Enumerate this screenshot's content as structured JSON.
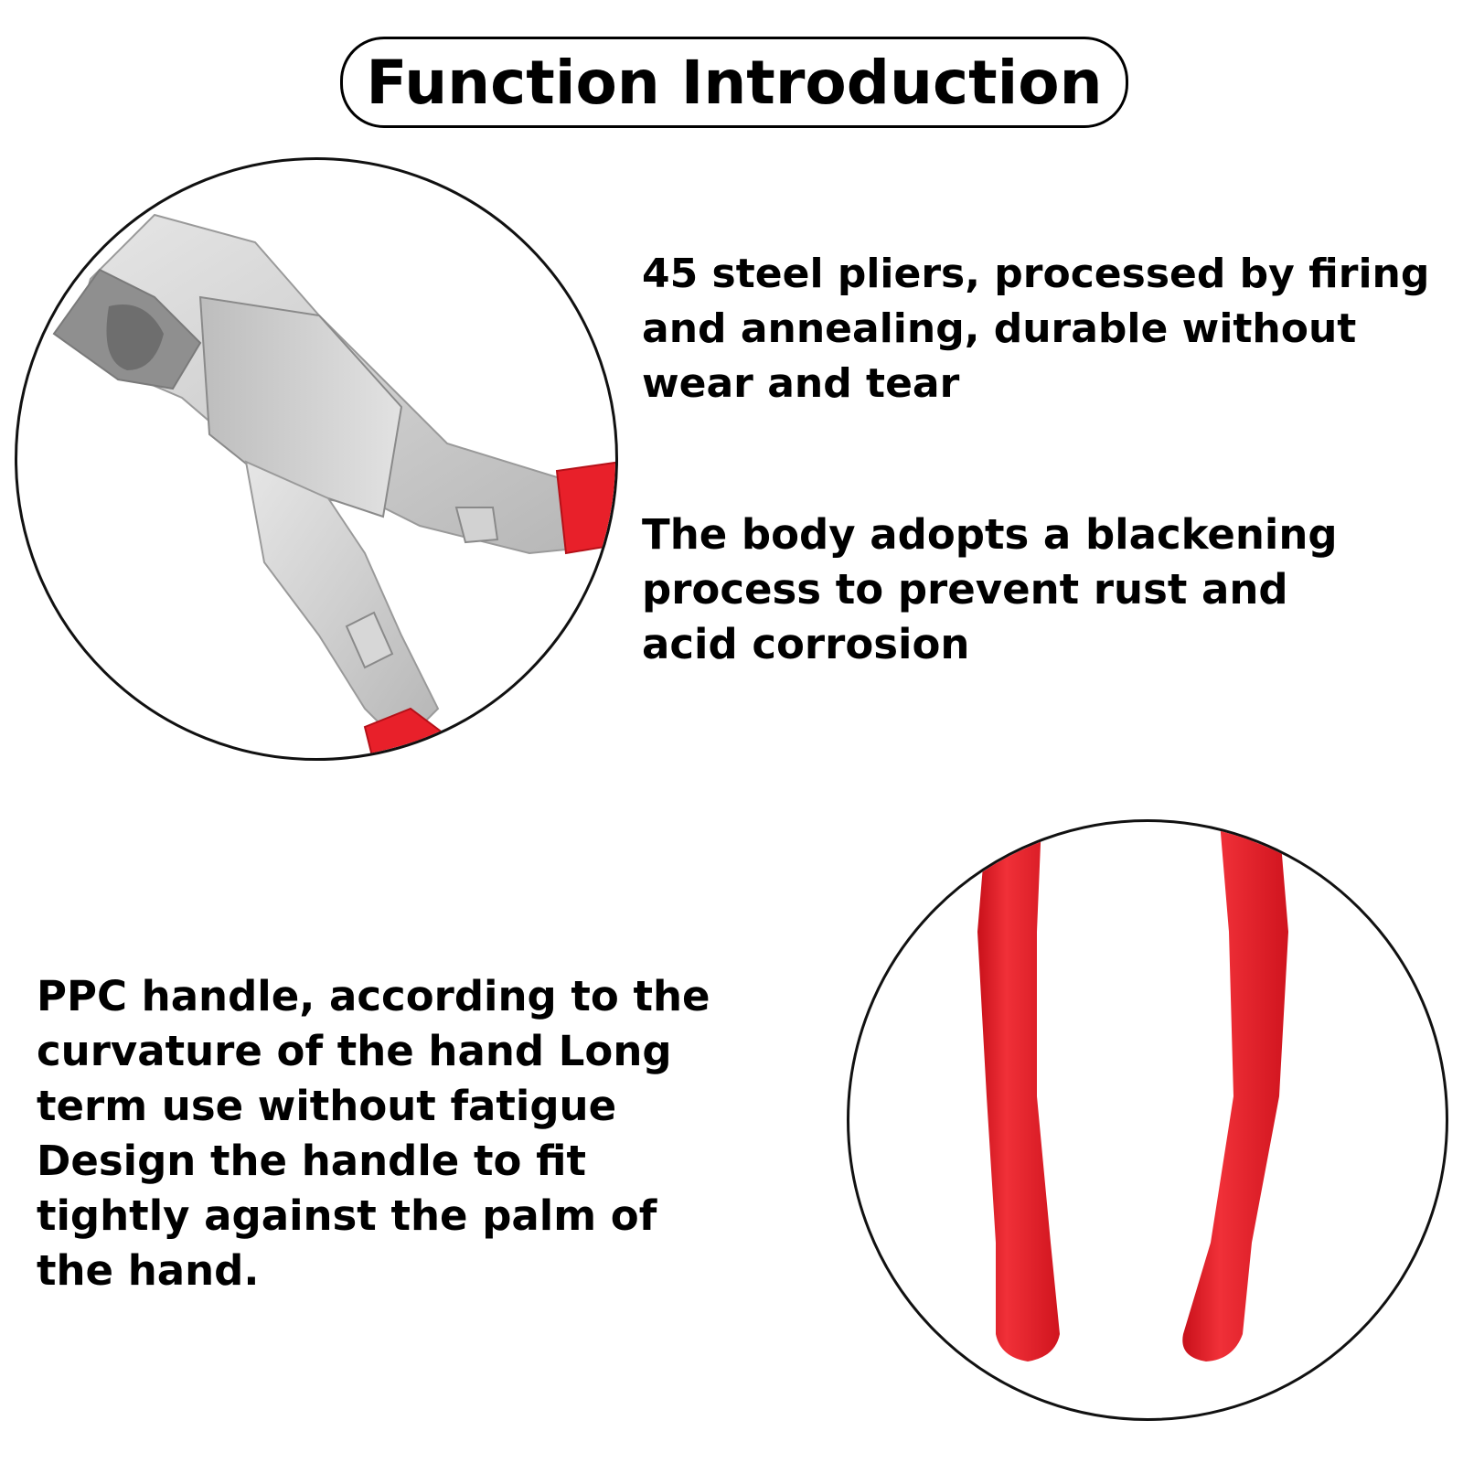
{
  "title": "Function Introduction",
  "features": [
    {
      "text": "45 steel pliers, processed by firing\nand annealing, durable without\nwear and tear"
    },
    {
      "text": "The body adopts a blackening\nprocess to prevent rust and\n acid corrosion"
    },
    {
      "text": "PPC handle, according to the\ncurvature of the hand Long\nterm use without fatigue\nDesign the handle to fit\ntightly against the palm of\n the hand."
    }
  ],
  "colors": {
    "handle_red": "#e8202a",
    "steel_gray": "#c9c9c9"
  }
}
